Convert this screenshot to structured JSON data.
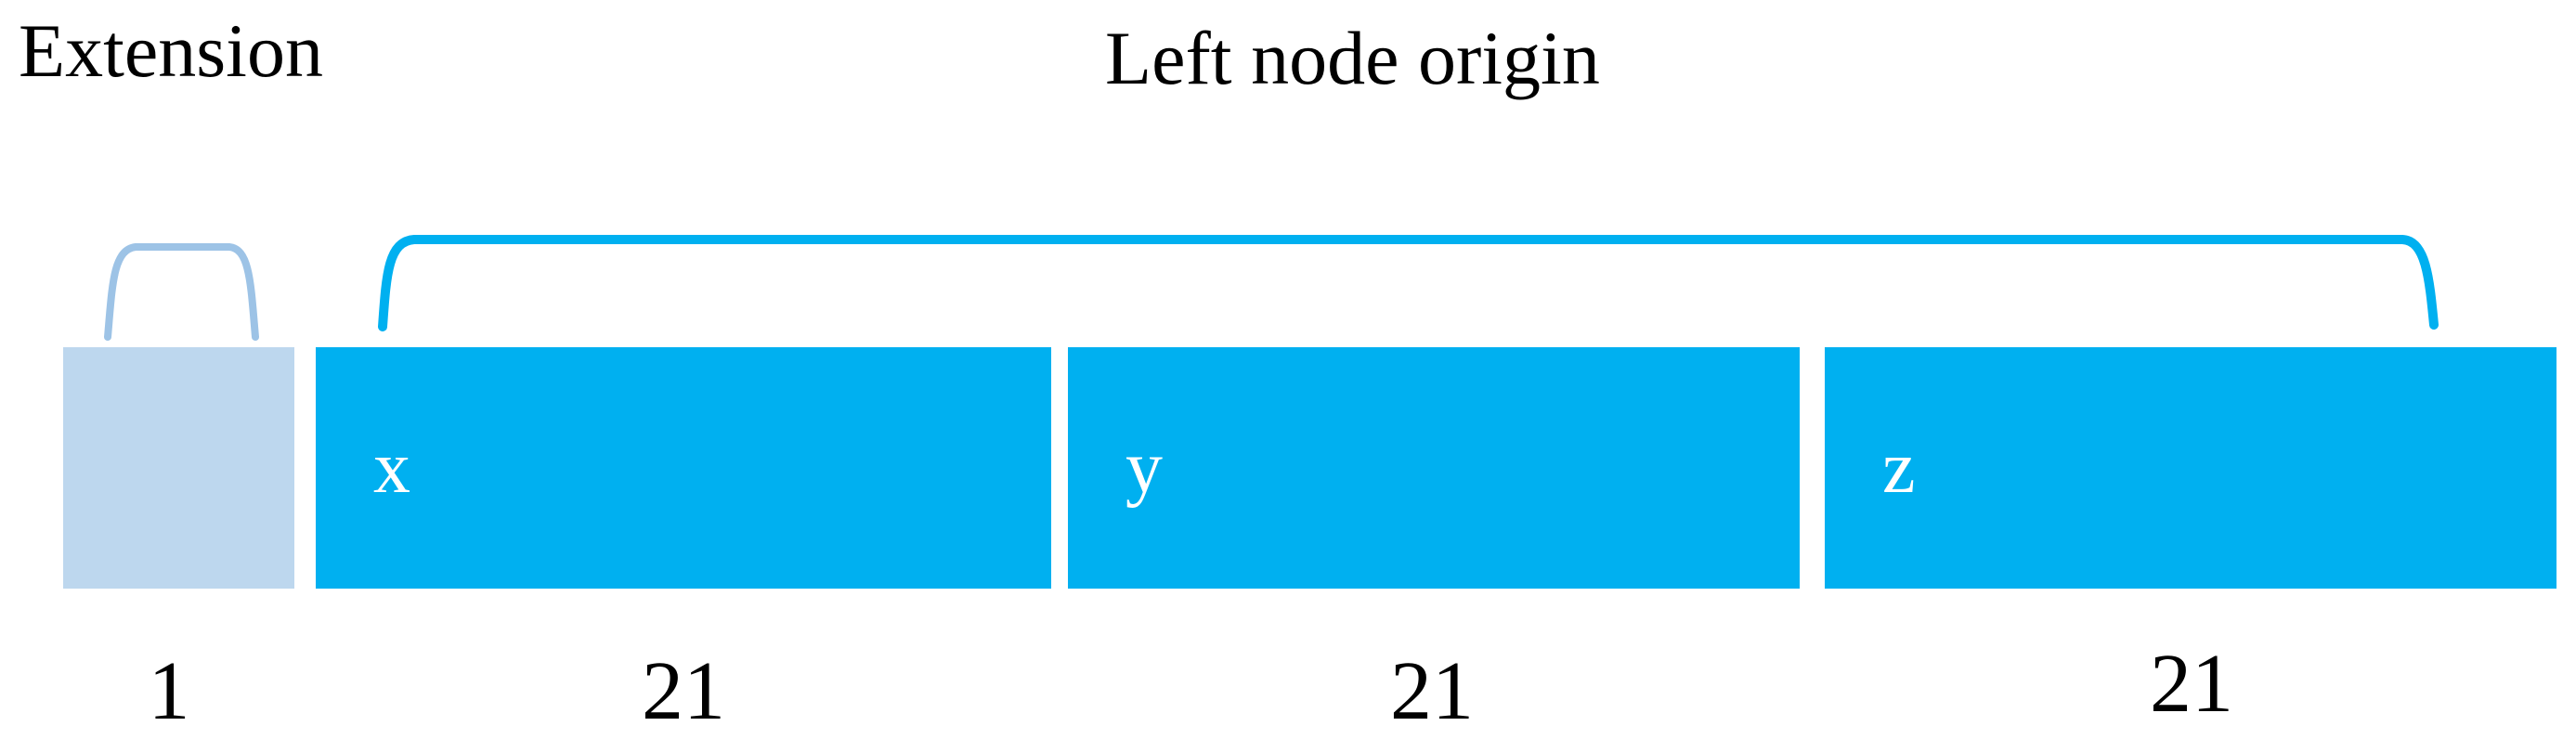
{
  "titles": {
    "extension": "Extension",
    "left_node_origin": "Left node origin"
  },
  "colors": {
    "cyan": "#00b0f0",
    "light_blue": "#bdd7ee",
    "bracket_light": "#9dc3e6",
    "text": "#000000",
    "label_text": "#ffffff",
    "background": "#ffffff"
  },
  "blocks": [
    {
      "name": "extension",
      "label": "",
      "size": "1"
    },
    {
      "name": "x",
      "label": "x",
      "size": "21"
    },
    {
      "name": "y",
      "label": "y",
      "size": "21"
    },
    {
      "name": "z",
      "label": "z",
      "size": "21"
    }
  ]
}
